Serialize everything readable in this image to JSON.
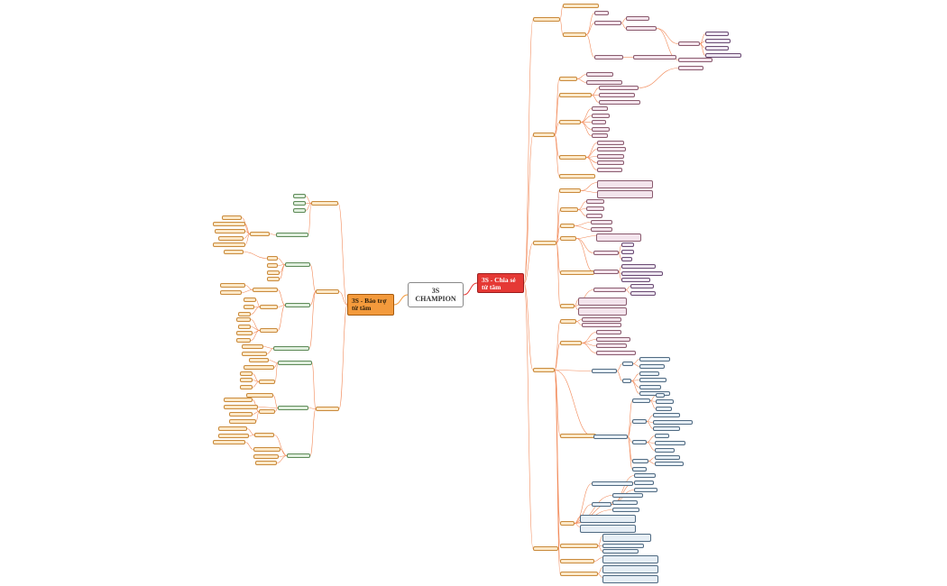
{
  "center": {
    "line1": "3S",
    "line2": "CHAMPION"
  },
  "right_main": {
    "line1": "3S - Chia sẻ",
    "line2": "từ tâm"
  },
  "left_main": {
    "line1": "3S - Bảo trợ",
    "line2": "từ tâm"
  },
  "colors": {
    "right_branch": "#e53935",
    "left_branch": "#f39a3c",
    "link": "#f28b5b"
  }
}
